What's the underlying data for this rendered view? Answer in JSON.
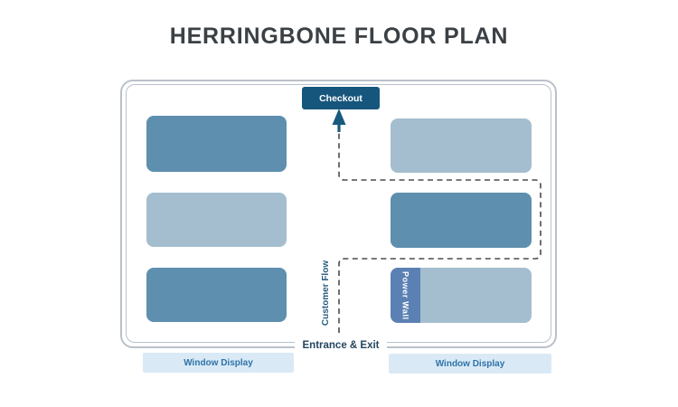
{
  "title": "HERRINGBONE FLOOR PLAN",
  "floor_plan": {
    "checkout_label": "Checkout",
    "customer_flow_label": "Customer Flow",
    "power_wall_label": "Power Wall",
    "entrance_label": "Entrance & Exit",
    "window_displays": {
      "left": "Window Display",
      "right": "Window Display"
    },
    "shelves": [
      {
        "id": "left-shelf-1",
        "tone": "dark"
      },
      {
        "id": "left-shelf-2",
        "tone": "light"
      },
      {
        "id": "left-shelf-3",
        "tone": "dark"
      },
      {
        "id": "right-shelf-1",
        "tone": "light"
      },
      {
        "id": "right-shelf-2",
        "tone": "dark"
      },
      {
        "id": "right-shelf-3",
        "tone": "light",
        "has_power_wall": true
      }
    ]
  },
  "colors": {
    "shelf_dark": "#5e8fae",
    "shelf_light": "#a4becf",
    "checkout_bg": "#16567c",
    "power_wall_bg": "#5b80b4",
    "window_display_bg": "#d9eaf6",
    "window_display_text": "#2f72a8",
    "flow_line": "#4b4b4b",
    "flow_arrow": "#175a80",
    "flow_label_text": "#2a5d80",
    "entrance_text": "#23465f",
    "plan_border": "#bac1cb",
    "title_text": "#3b4045"
  }
}
